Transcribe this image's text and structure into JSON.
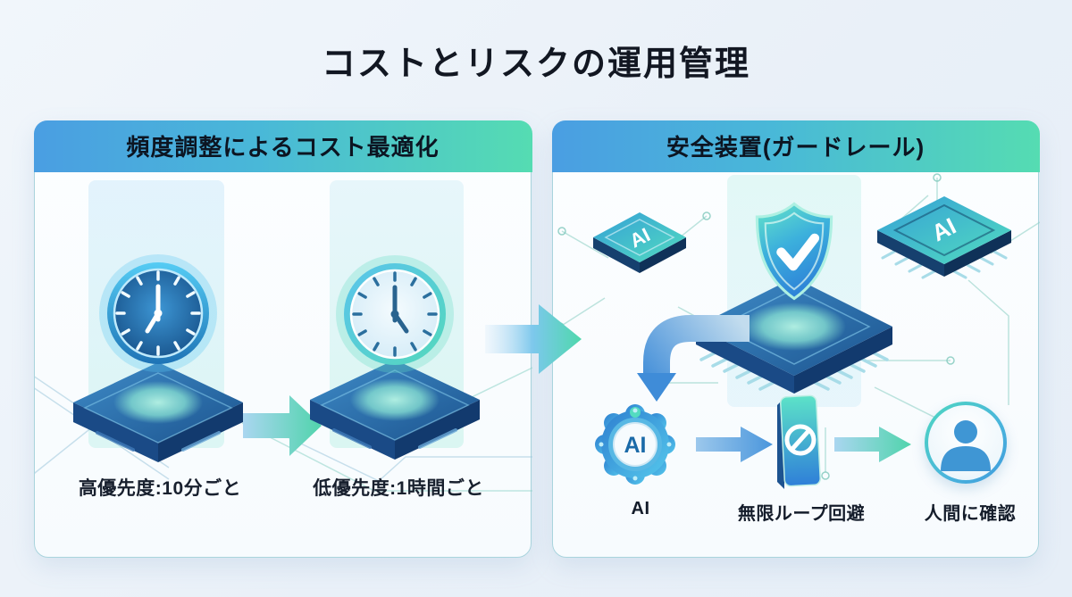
{
  "title": "コストとリスクの運用管理",
  "colors": {
    "header_gradient_start": "#4a9ee2",
    "header_gradient_end": "#55dcb2",
    "panel_border": "#a9d4dd",
    "text_dark": "#121722",
    "accent_blue": "#3f8fd8",
    "accent_teal": "#52d8b2"
  },
  "left_panel": {
    "header": "頻度調整によるコスト最適化",
    "high_priority_label": "高優先度:10分ごと",
    "low_priority_label": "低優先度:1時間ごと"
  },
  "right_panel": {
    "header": "安全装置(ガードレール)",
    "ai_chip_left_label": "AI",
    "ai_chip_right_label": "AI",
    "ai_badge_label": "AI",
    "flow_labels": {
      "ai": "AI",
      "loop": "無限ループ回避",
      "human": "人間に確認"
    }
  }
}
